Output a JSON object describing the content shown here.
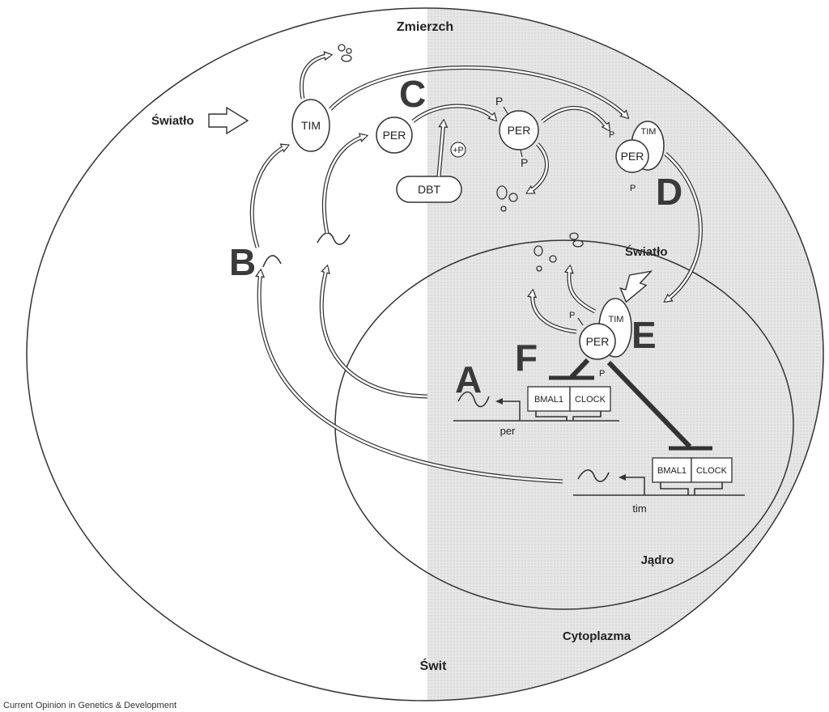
{
  "labels": {
    "dusk": "Zmierzch",
    "dawn": "Świt",
    "cytoplasm": "Cytoplazma",
    "nucleus": "Jądro",
    "light_left": "Światło",
    "light_nucleus": "Światło"
  },
  "stages": {
    "a": "A",
    "b": "B",
    "c": "C",
    "d": "D",
    "e": "E",
    "f": "F"
  },
  "molecules": {
    "tim": "TIM",
    "per": "PER",
    "dbt": "DBT",
    "phosphate": "P",
    "phosphate_ion": "+P"
  },
  "genes": {
    "per": "per",
    "tim": "tim",
    "bmal1": "BMAL1",
    "clock": "CLOCK"
  },
  "caption": "Current Opinion in Genetics & Development"
}
